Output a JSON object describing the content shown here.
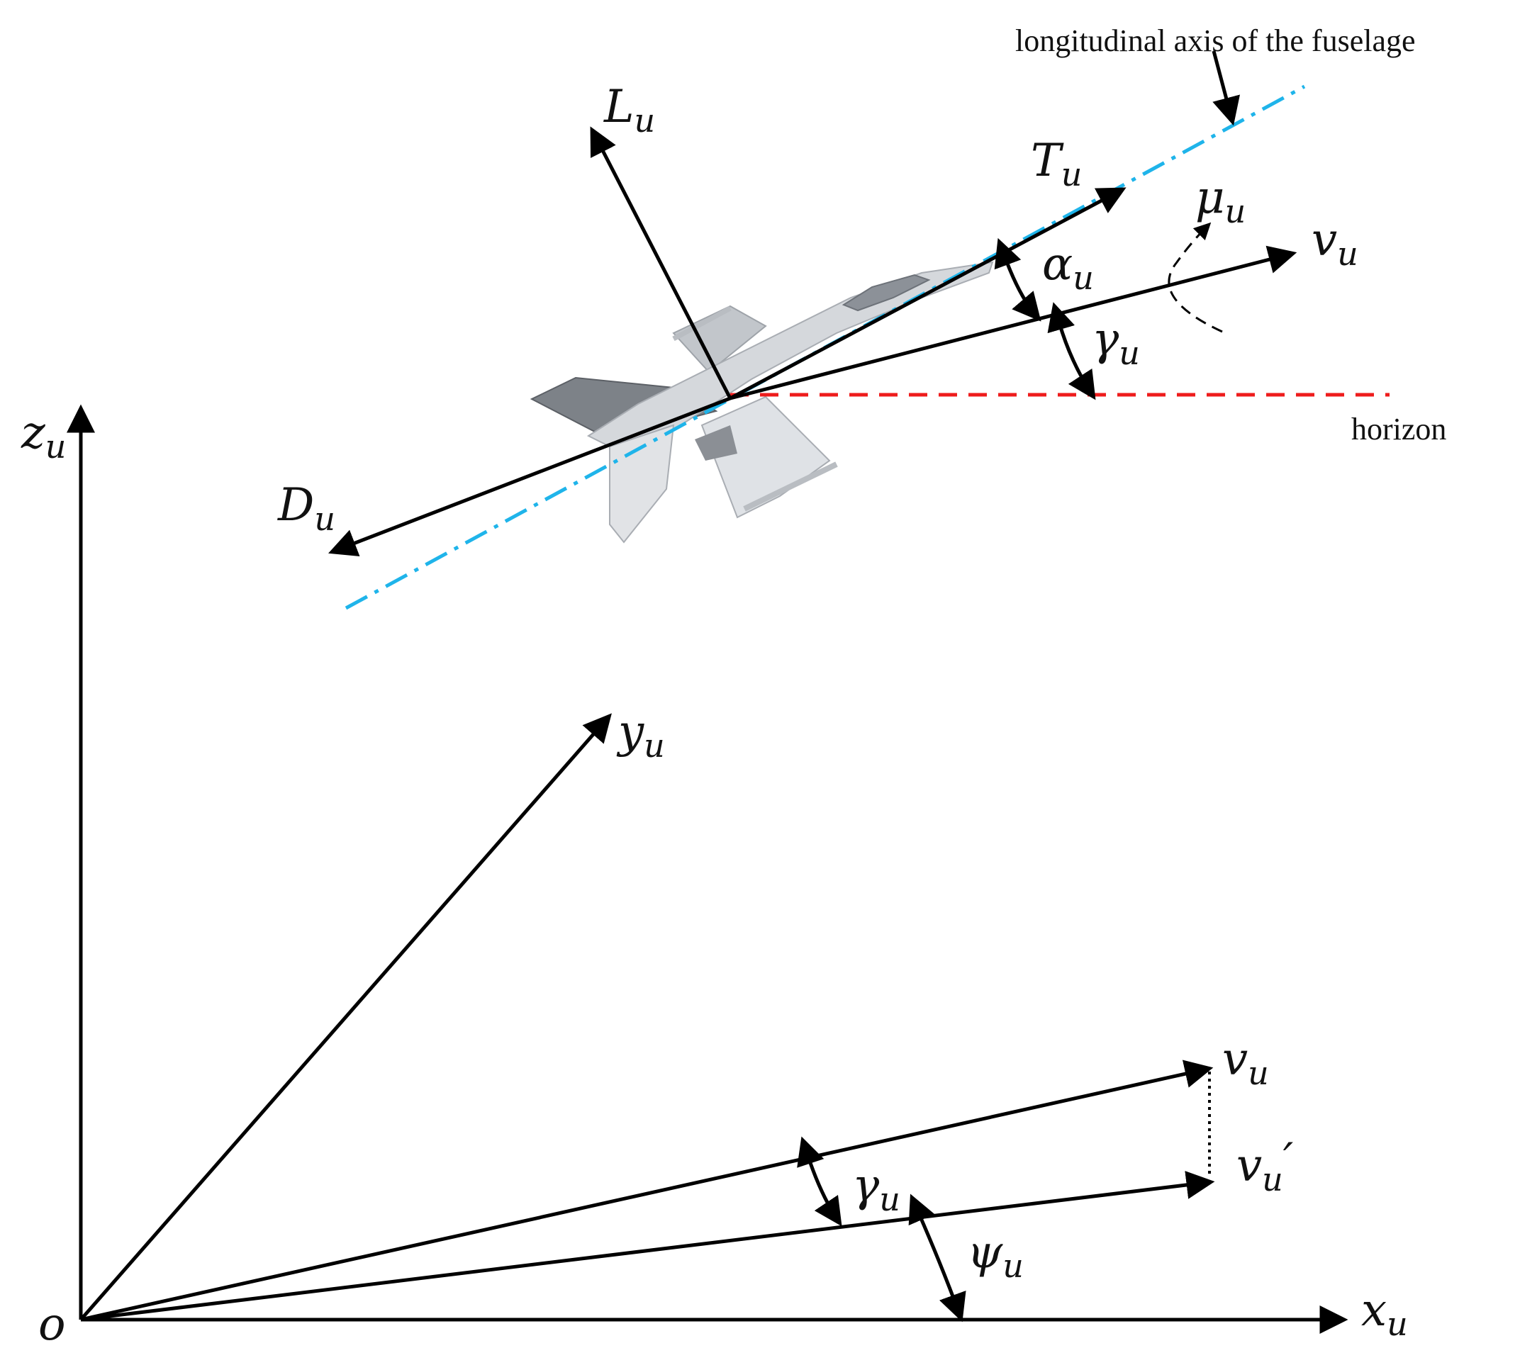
{
  "annotations": {
    "fuselage_axis": "longitudinal axis of the fuselage",
    "horizon": "horizon"
  },
  "labels": {
    "lift": {
      "sym": "L",
      "sub": "u"
    },
    "thrust": {
      "sym": "T",
      "sub": "u"
    },
    "drag": {
      "sym": "D",
      "sub": "u"
    },
    "velocity_top": {
      "sym": "v",
      "sub": "u"
    },
    "alpha": {
      "sym": "α",
      "sub": "u"
    },
    "gamma_top": {
      "sym": "γ",
      "sub": "u"
    },
    "mu": {
      "sym": "μ",
      "sub": "u"
    },
    "z_axis": {
      "sym": "z",
      "sub": "u"
    },
    "y_axis": {
      "sym": "y",
      "sub": "u"
    },
    "x_axis": {
      "sym": "x",
      "sub": "u"
    },
    "origin": {
      "sym": "o"
    },
    "velocity_bottom": {
      "sym": "v",
      "sub": "u"
    },
    "velocity_proj": {
      "sym": "v",
      "sub": "u",
      "prime": "′"
    },
    "gamma_bottom": {
      "sym": "γ",
      "sub": "u"
    },
    "psi": {
      "sym": "ψ",
      "sub": "u"
    }
  },
  "colors": {
    "fuselage_axis": "#1fb4ea",
    "horizon": "#ee1c1c",
    "vectors": "#000000",
    "aircraft": "#c9cdd2"
  }
}
